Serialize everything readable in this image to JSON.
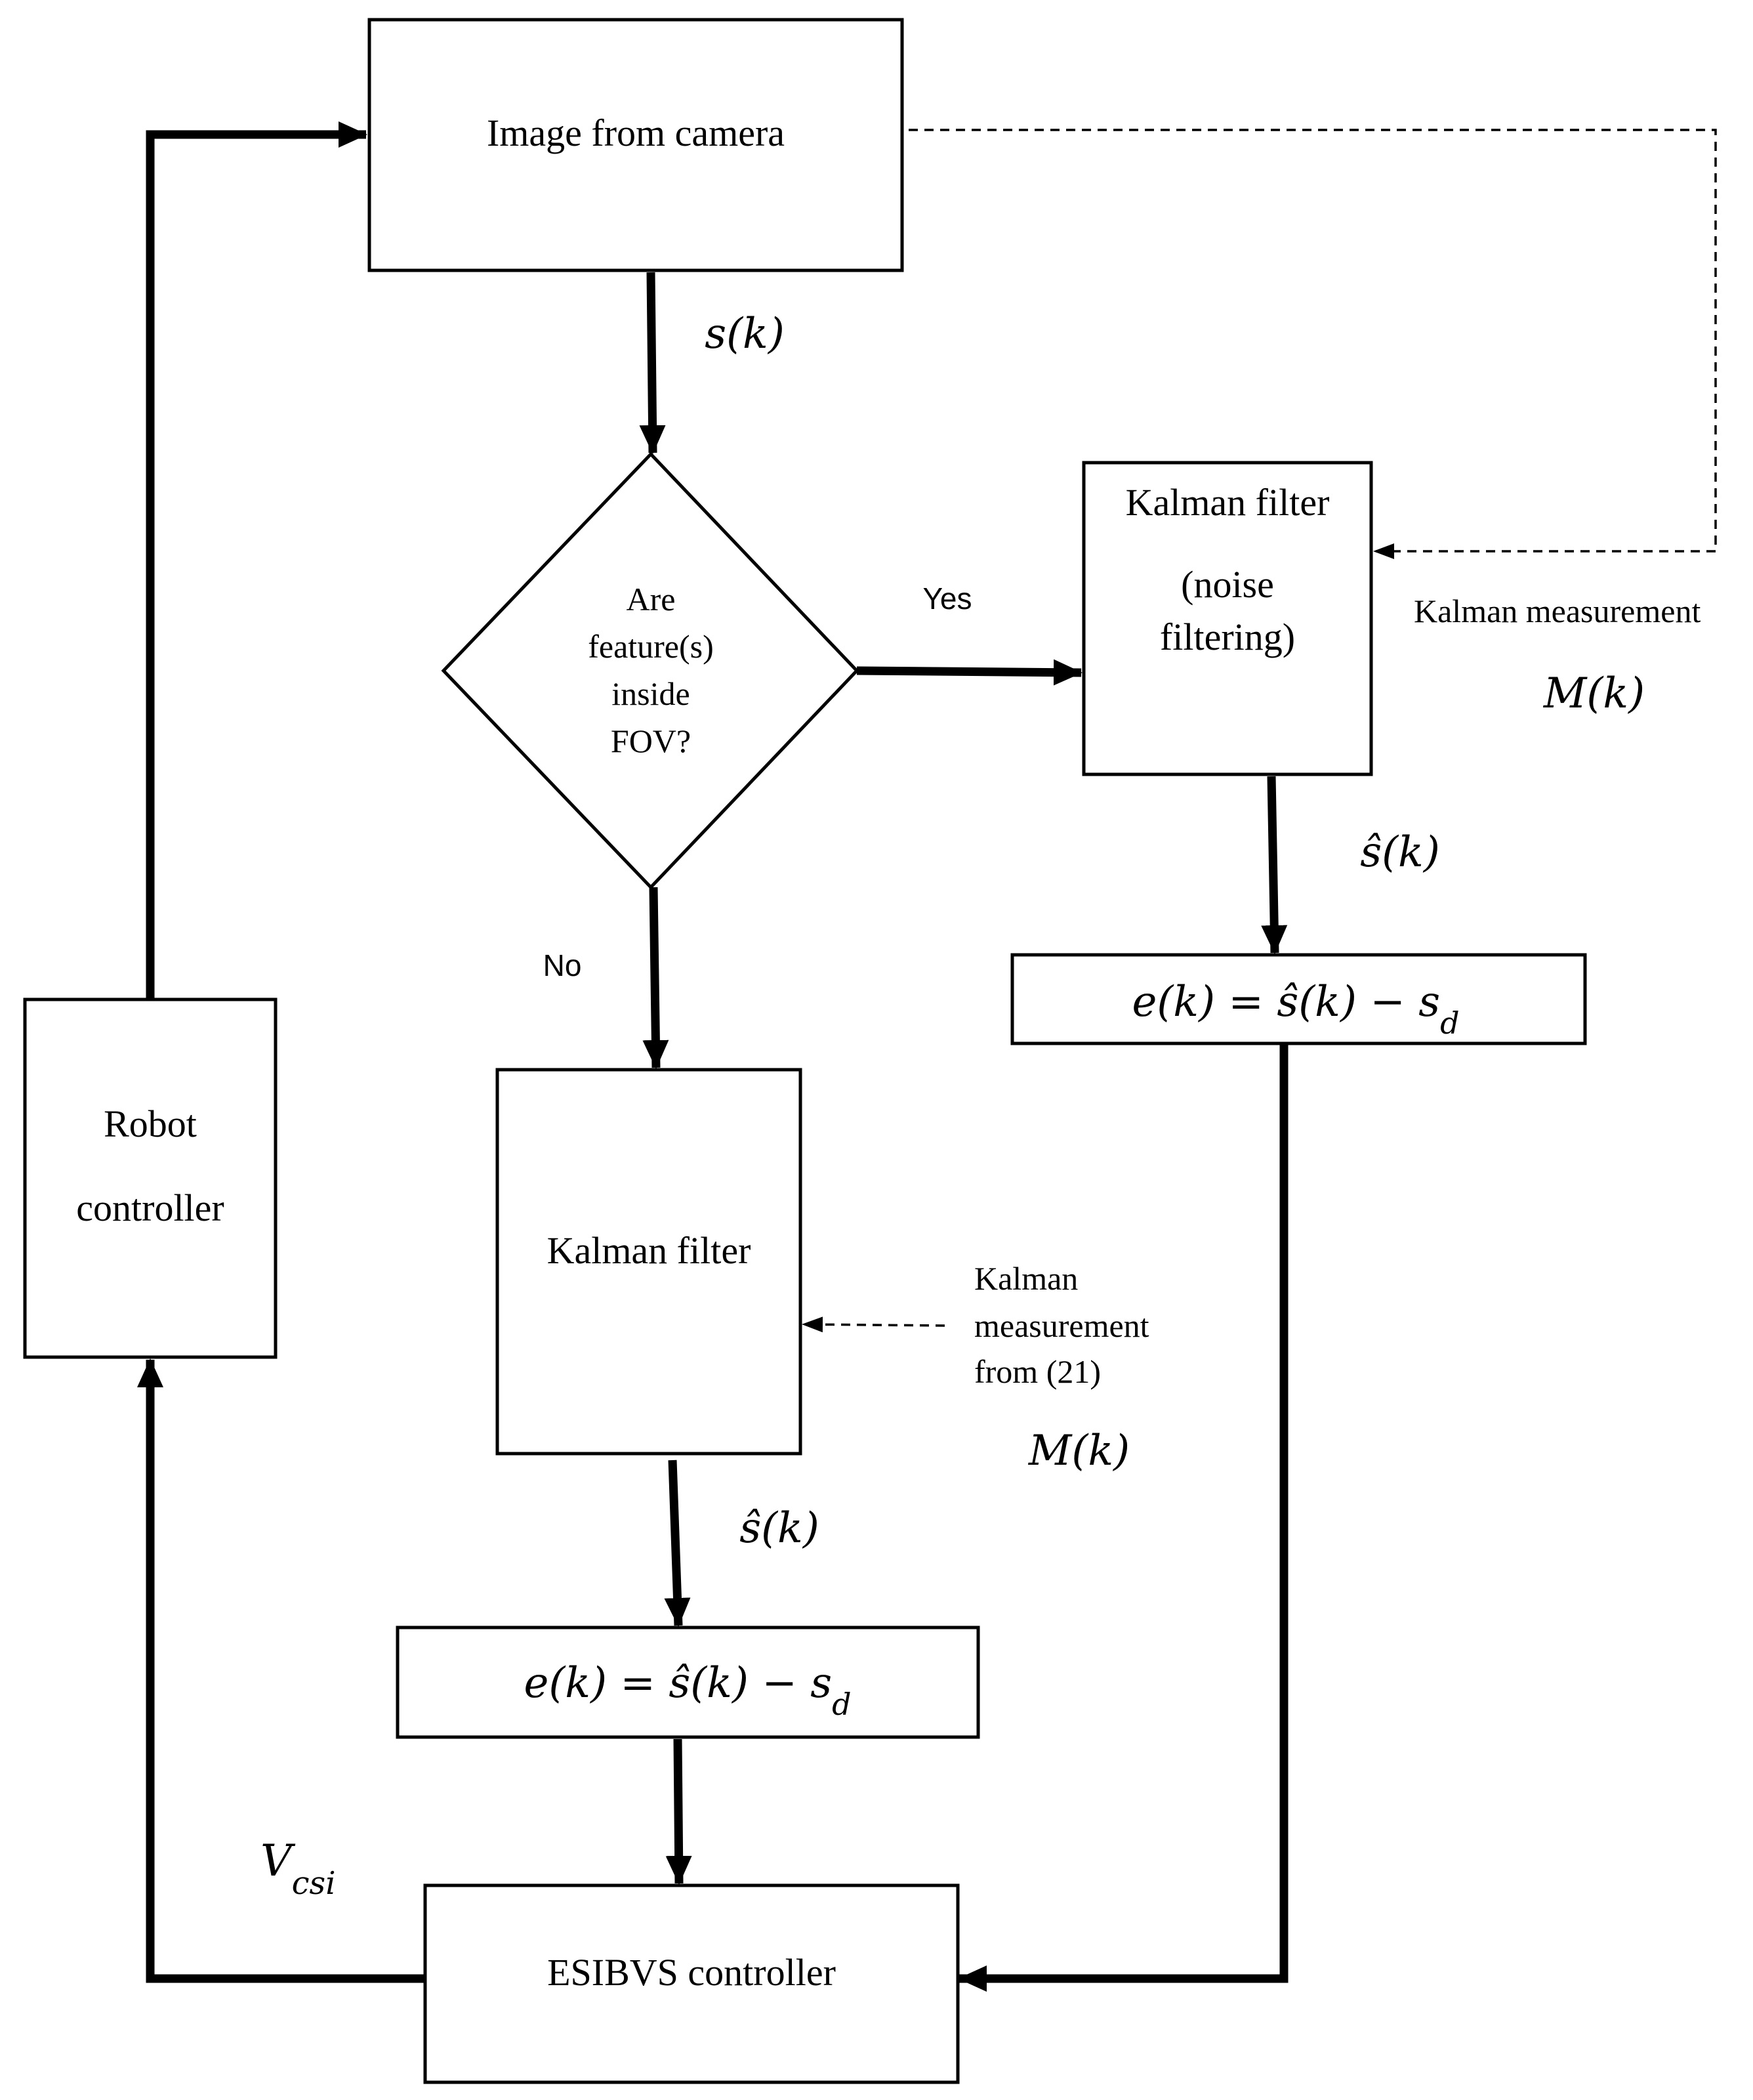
{
  "nodes": {
    "image": {
      "text": "Image from camera"
    },
    "decision": {
      "lines": [
        "Are",
        "feature(s)",
        "inside",
        "FOV?"
      ]
    },
    "kalman_top": {
      "lines": [
        "Kalman filter",
        "(noise",
        "filtering)"
      ]
    },
    "kalman_bottom": {
      "text": "Kalman filter"
    },
    "error_right": {
      "text": "e(k) = ŝ(k) − s",
      "sub": "d"
    },
    "error_left": {
      "text": "e(k) = ŝ(k) − s",
      "sub": "d"
    },
    "robot": {
      "lines": [
        "Robot",
        "controller"
      ]
    },
    "esibvs": {
      "text": "ESIBVS controller"
    }
  },
  "edges": {
    "s_k": "s(k)",
    "yes": "Yes",
    "no": "No",
    "shat_right": "ŝ(k)",
    "shat_left": "ŝ(k)",
    "v_main": "V",
    "v_sub": "csi"
  },
  "annotations": {
    "kalman_meas_top": "Kalman measurement",
    "m_top": "M(k)",
    "kalman_meas_bottom": [
      "Kalman",
      "measurement",
      "from (21)"
    ],
    "m_bottom": "M(k)"
  }
}
